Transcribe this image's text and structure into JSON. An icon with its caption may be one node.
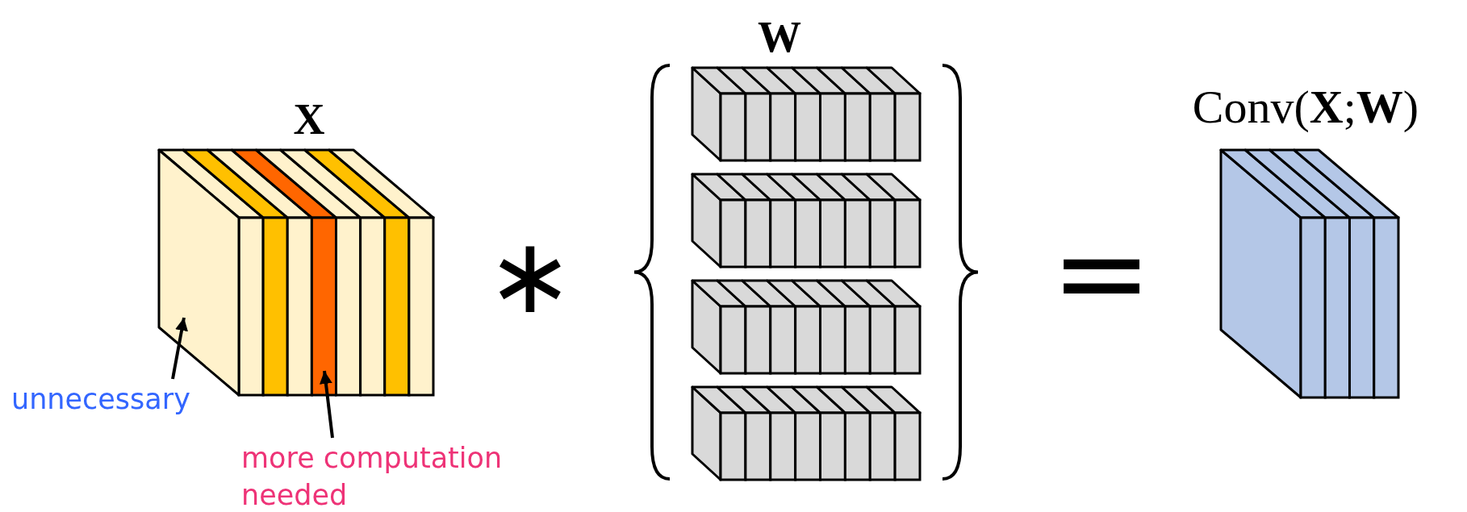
{
  "diagram": {
    "nodes": [
      {
        "text": [],
        "shape": "box"
      },
      {
        "text": [],
        "shape": "bar"
      },
      {
        "text": [
          "unnecessary"
        ]
      },
      {
        "text": [
          "more computation needed"
        ]
      }
    ],
    "edges": [
      {
        "from": 2,
        "to": 0,
        "arrow": "to"
      },
      {
        "from": 3,
        "to": 1,
        "arrow": "to"
      }
    ],
    "labels": [
      "X",
      "∗",
      "W",
      "=",
      "Conv(**X**;**W**)"
    ]
  }
}
